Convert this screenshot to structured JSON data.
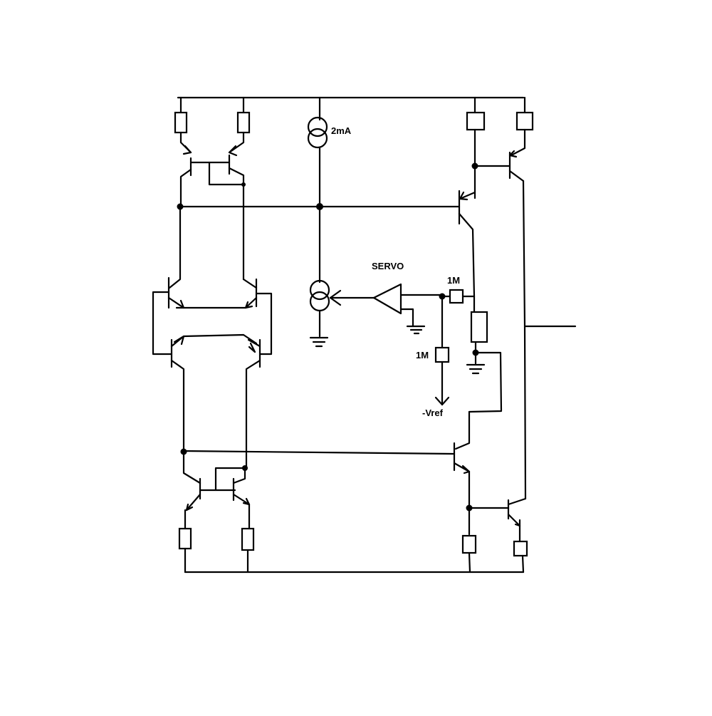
{
  "labels": {
    "current_source": "2mA",
    "servo": "SERVO",
    "r_feedback": "1M",
    "r_ref": "1M",
    "vref": "-Vref"
  }
}
